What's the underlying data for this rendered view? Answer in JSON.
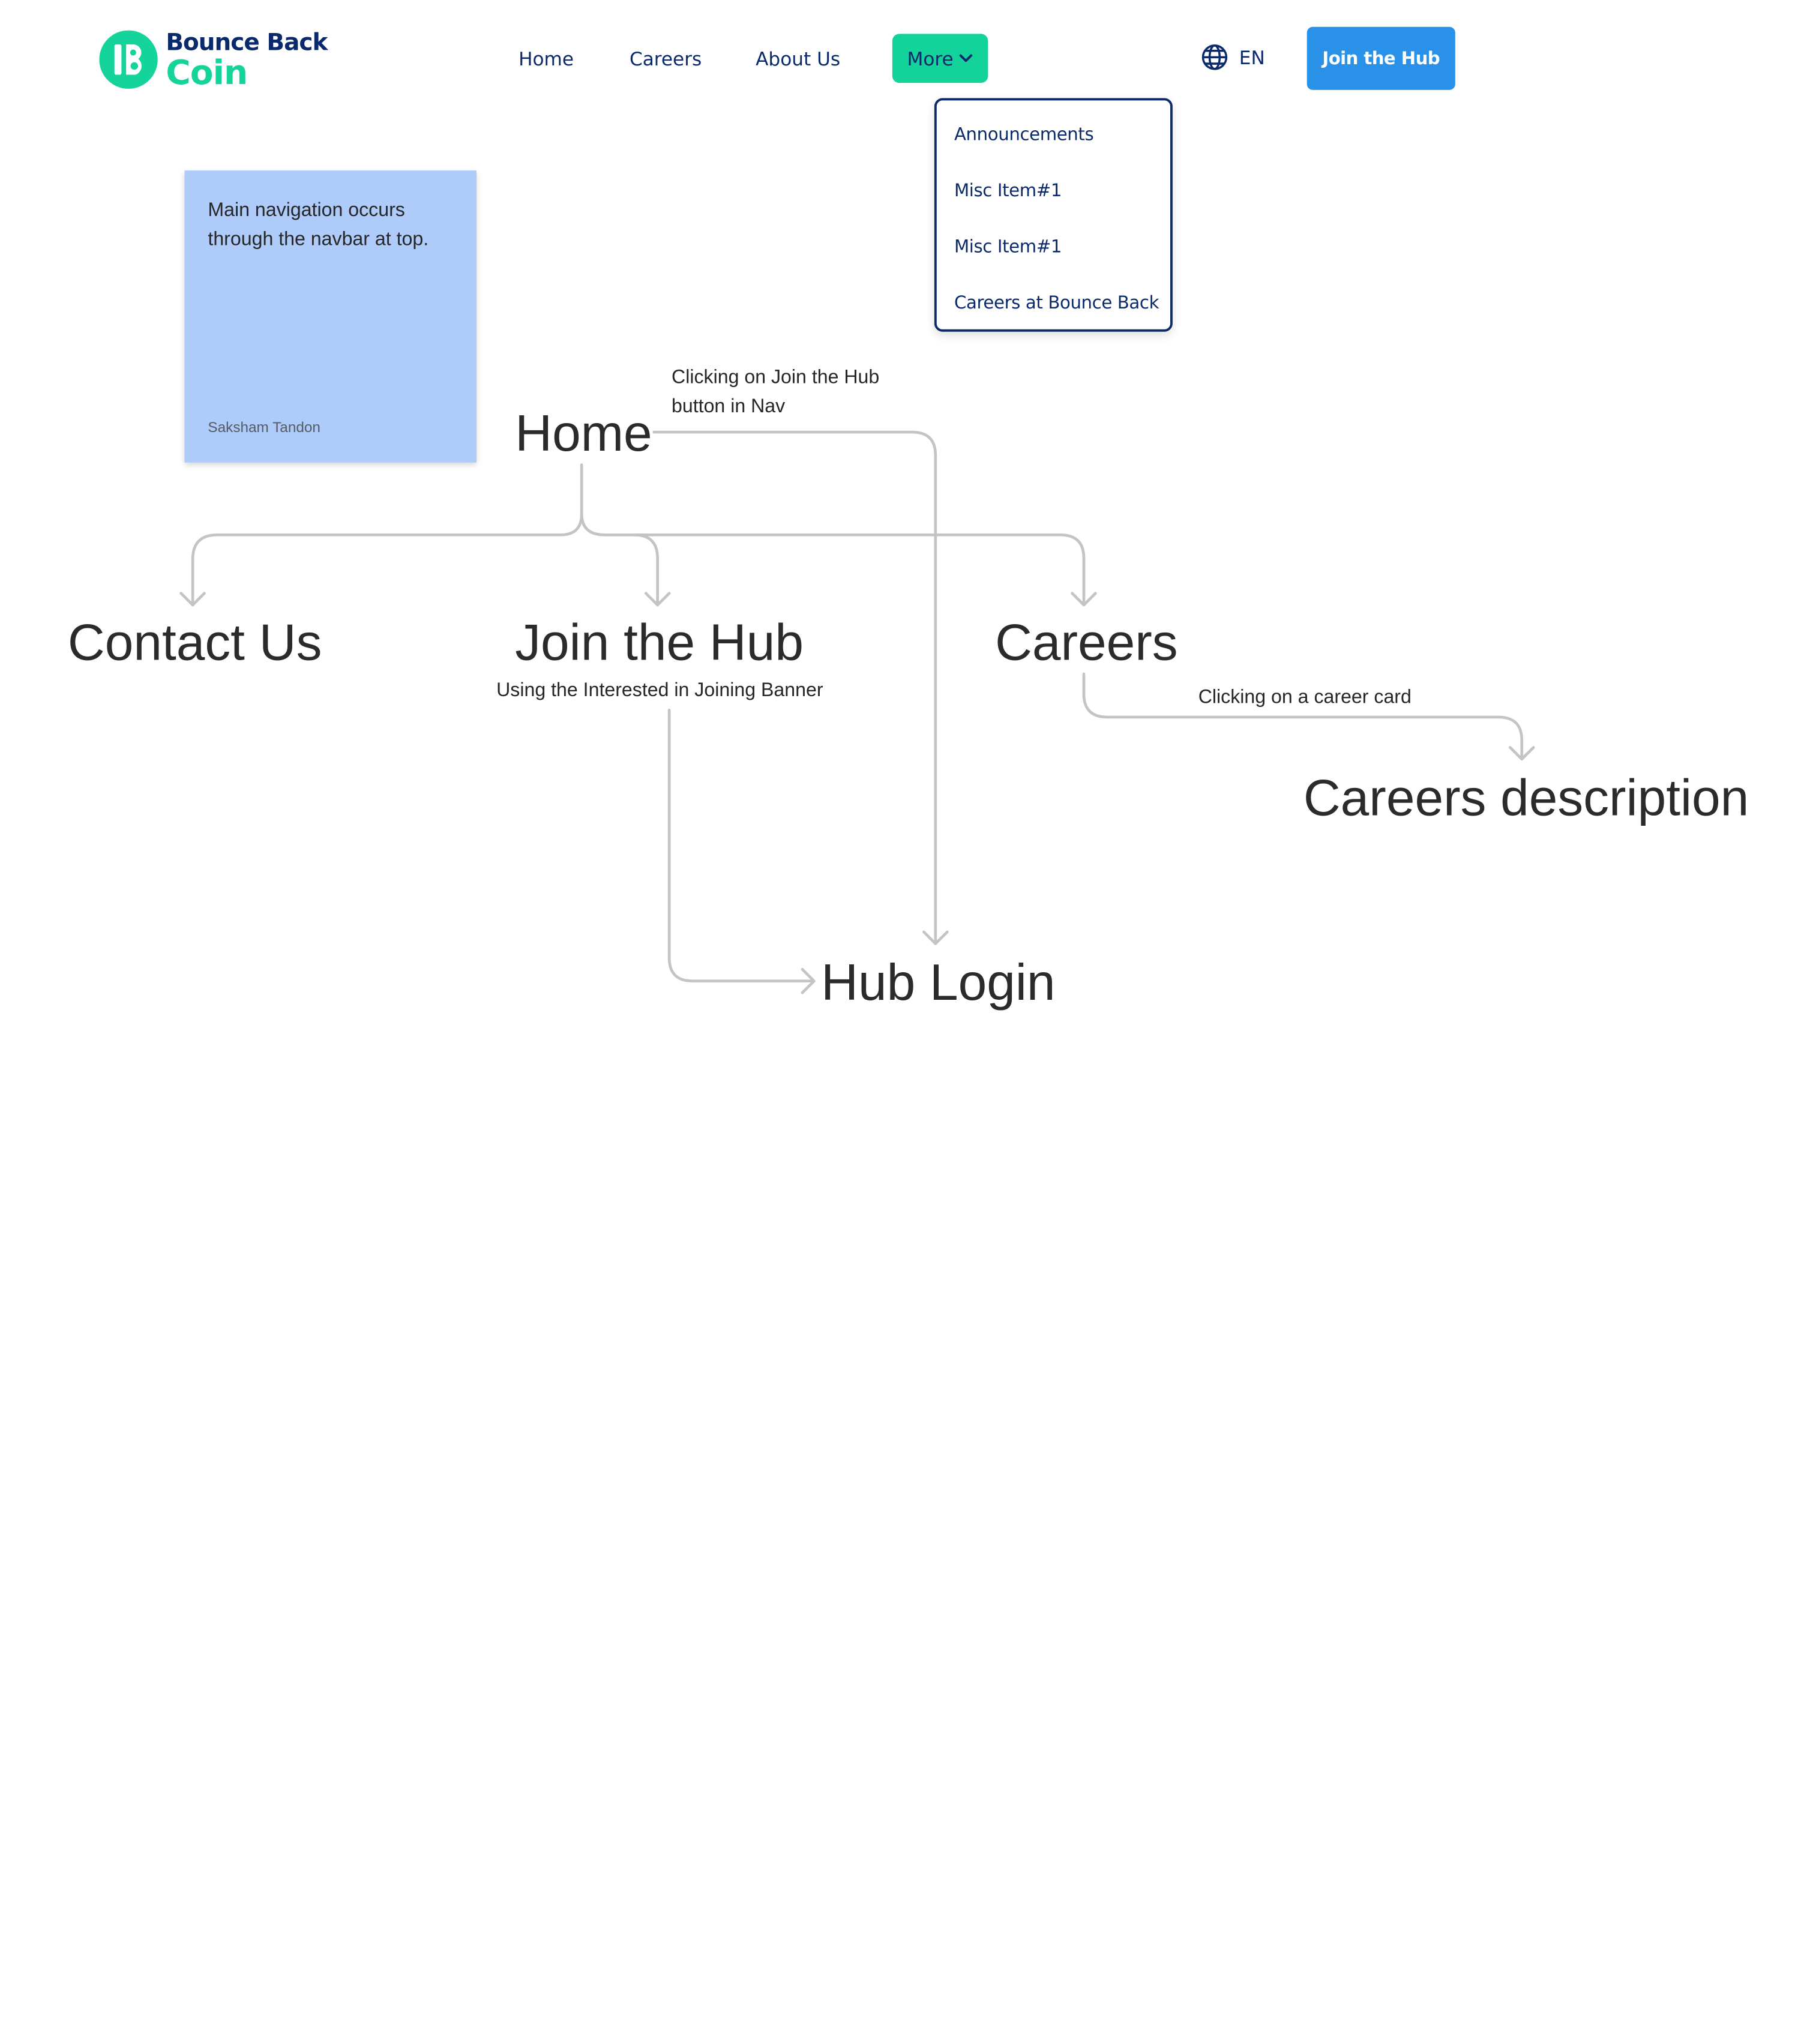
{
  "navbar": {
    "logo": {
      "line1": "Bounce Back",
      "line2": "Coin"
    },
    "links": [
      "Home",
      "Careers",
      "About Us"
    ],
    "more_label": "More",
    "language": "EN",
    "join_button": "Join the Hub",
    "dropdown": [
      "Announcements",
      "Misc Item#1",
      "Misc Item#1",
      "Careers at Bounce Back"
    ]
  },
  "sticky_note": {
    "text": "Main navigation occurs through the navbar at top.",
    "author": "Saksham Tandon"
  },
  "flow": {
    "home": "Home",
    "contact_us": "Contact Us",
    "join_the_hub": "Join the Hub",
    "join_the_hub_note": "Using the Interested in Joining Banner",
    "careers": "Careers",
    "careers_description": "Careers description",
    "hub_login": "Hub Login",
    "nav_join_note": "Clicking on Join the Hub\nbutton in Nav",
    "career_card_note": "Clicking on a career card"
  },
  "colors": {
    "brand_navy": "#0b2a6b",
    "brand_green": "#13d29a",
    "join_blue": "#2a91e8",
    "sticky_blue": "#aecbfa",
    "connector_gray": "#c4c4c4"
  }
}
